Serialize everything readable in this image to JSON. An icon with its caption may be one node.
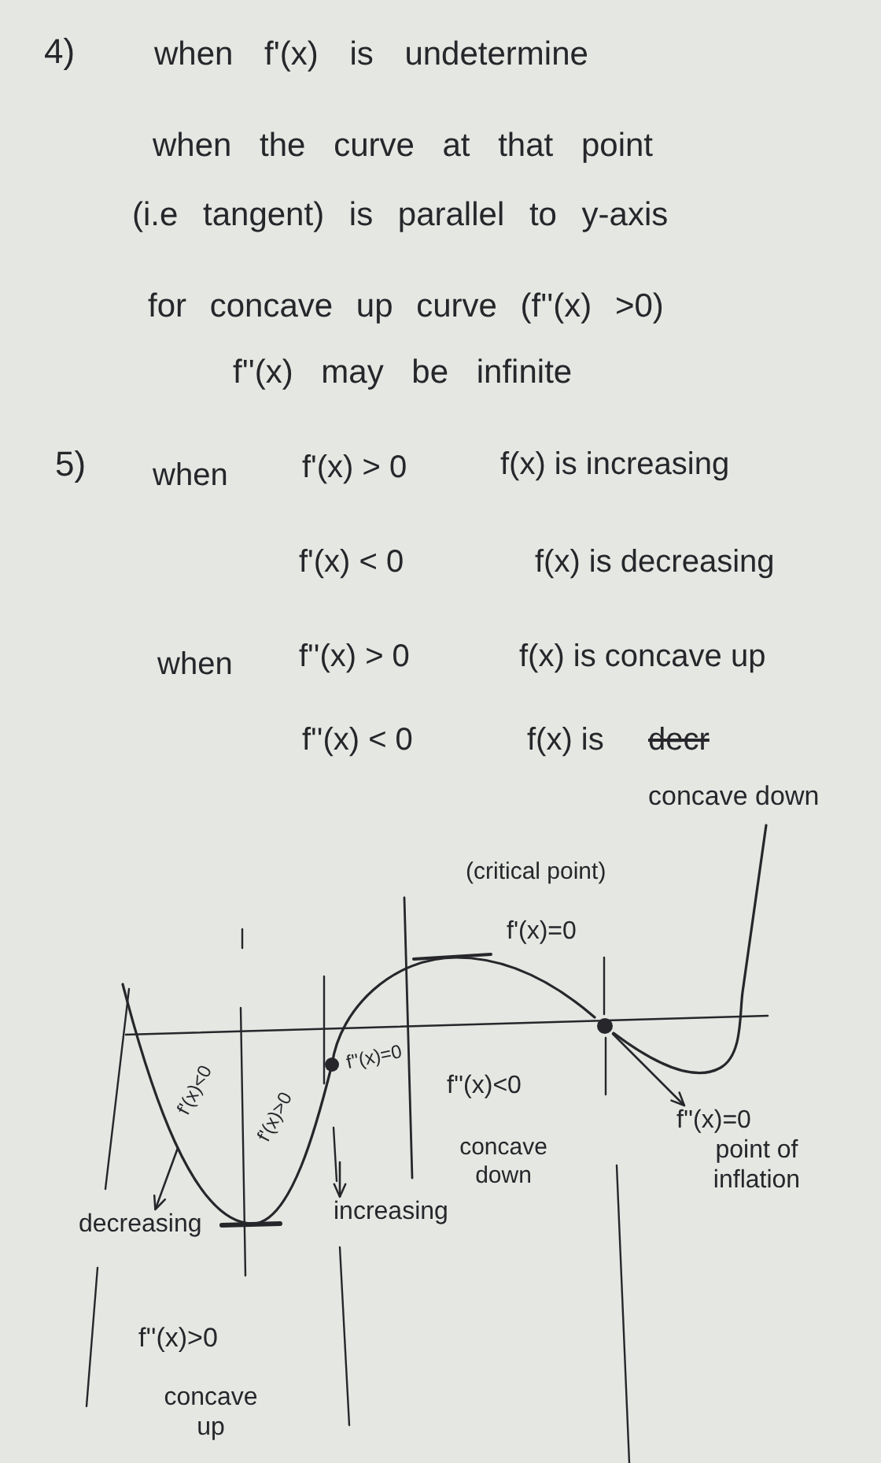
{
  "diagram": {
    "nodes": [
      {
        "text": [],
        "shape": "circle"
      },
      {
        "text": [
          "f''(x)=0",
          "point of inflation"
        ]
      },
      {
        "text": [
          "decreasing"
        ]
      },
      {
        "text": [
          "increasing"
        ]
      }
    ],
    "edges": [
      {
        "from": 0,
        "to": 1,
        "arrow": "to"
      },
      {
        "from": null,
        "to": 2,
        "arrow": "to"
      },
      {
        "from": null,
        "to": 3,
        "arrow": "to"
      }
    ],
    "labels": [
      "4)",
      "when f'(x) is undetermine",
      "when the curve at that point",
      "(i.e tangent) is parallel to y-axis",
      "for concave up curve (f''(x) >0)",
      "f''(x) may be infinite",
      "5)",
      "when",
      "f'(x) > 0",
      "f(x) is increasing",
      "f'(x) < 0",
      "f(x) is decreasing",
      "when",
      "f''(x) > 0",
      "f(x) is concave up",
      "f''(x) < 0",
      "f(x) is",
      "decr",
      "concave down",
      "(critical point)",
      "f'(x)=0",
      "f'(x)<0",
      "f'(x)>0",
      "f''(x)=0",
      "f''(x)<0",
      "concave down",
      "f''(x)>0",
      "concave up"
    ]
  }
}
